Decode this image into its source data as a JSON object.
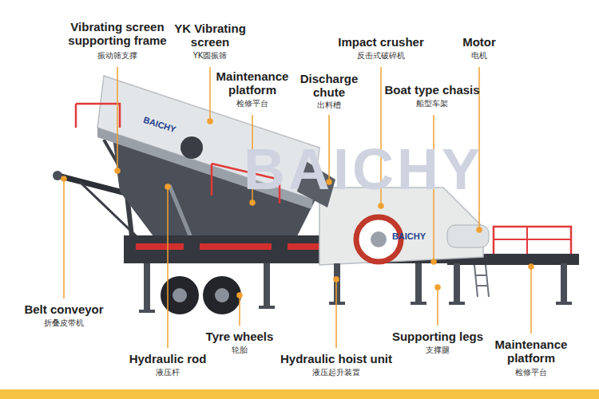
{
  "diagram": {
    "labels": [
      "Vibrating screen supporting frame",
      "振动筛支撑",
      "YK Vibrating screen",
      "YK圆振筛",
      "Maintenance platform",
      "检修平台",
      "Discharge chute",
      "出料槽",
      "Impact crusher",
      "反击式破碎机",
      "Motor",
      "电机",
      "Boat type chasis",
      "船型车架",
      "Belt conveyor",
      "折叠皮带机",
      "Tyre wheels",
      "轮胎",
      "Hydraulic rod",
      "液压杆",
      "Hydraulic hoist unit",
      "液压起升装置",
      "Supporting legs",
      "支撑腿",
      "Maintenance platform",
      "检修平台",
      "BAICHY",
      "BAICHY",
      "BAICHY"
    ]
  }
}
